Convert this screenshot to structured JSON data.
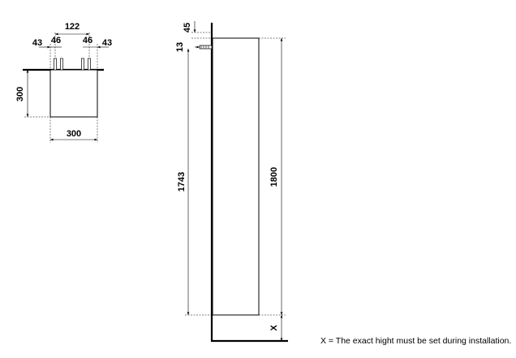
{
  "top_view": {
    "dim_total": "122",
    "dim_left_edge": "43",
    "dim_left_pin": "46",
    "dim_right_pin": "46",
    "dim_right_edge": "43",
    "dim_depth": "300",
    "dim_width": "300"
  },
  "side_view": {
    "dim_top_gap": "45",
    "dim_fixing": "13",
    "dim_fixing_height": "1743",
    "dim_cabinet_height": "1800",
    "dim_floor": "X"
  },
  "note": "X = The exact hight must be set during installation."
}
